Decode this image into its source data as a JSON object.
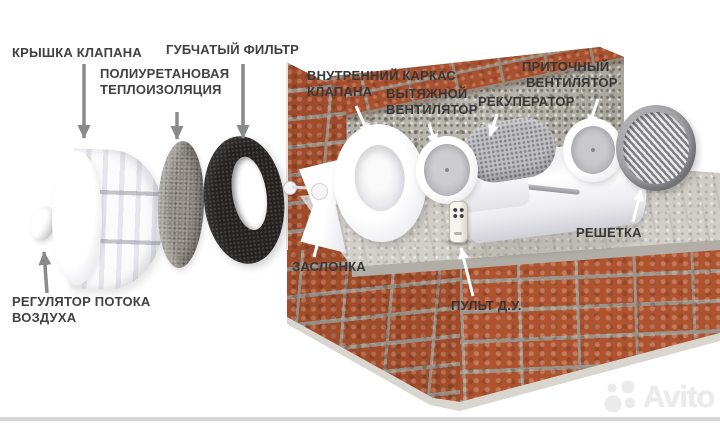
{
  "diagram": {
    "description_labels_language": "ru",
    "callouts": {
      "valve_cover": {
        "text": "КРЫШКА КЛАПАНА"
      },
      "insulation": {
        "line1": "ПОЛИУРЕТАНОВАЯ",
        "line2": "ТЕПЛОИЗОЛЯЦИЯ"
      },
      "sponge_filter": {
        "text": "ГУБЧАТЫЙ ФИЛЬТР"
      },
      "inner_frame": {
        "line1": "ВНУТРЕННИЙ КАРКАС",
        "line2": "КЛАПАНА"
      },
      "exhaust_fan": {
        "line1": "ВЫТЯЖНОЙ",
        "line2": "ВЕНТИЛЯТОР"
      },
      "recuperator": {
        "text": "РЕКУПЕРАТОР"
      },
      "supply_fan": {
        "line1": "ПРИТОЧНЫЙ",
        "line2": "ВЕНТИЛЯТОР"
      },
      "grille": {
        "text": "РЕШЕТКА"
      },
      "damper": {
        "text": "ЗАСЛОНКА"
      },
      "remote_control": {
        "text": "ПУЛЬТ Д.У."
      },
      "flow_regulator": {
        "line1": "РЕГУЛЯТОР ПОТОКА",
        "line2": "ВОЗДУХА"
      }
    },
    "colors": {
      "label_text": "#414141",
      "arrow_gray": "#8a8a8a",
      "arrow_white": "#ffffff",
      "brick": "#ad5330",
      "concrete": "#b4b1a8",
      "slab": "#cdcac4",
      "filter_black": "#232120"
    }
  },
  "watermark": {
    "icon": "avito-circles-logo",
    "text": "Avito"
  }
}
